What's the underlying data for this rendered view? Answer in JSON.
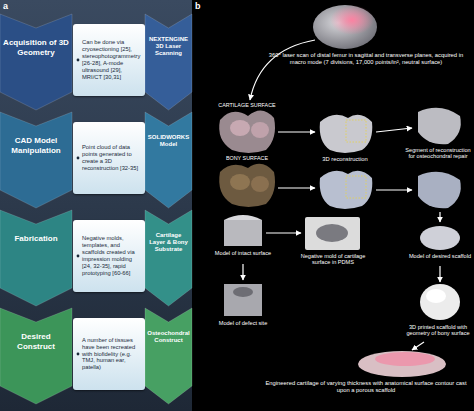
{
  "diagram": {
    "nodes": [
      {
        "text": [
          "Acquisition of 3D Geometry"
        ]
      },
      {
        "text": [
          "Can be done via cryosectioning [25], stereophotogrammetry [26-28], A-mode ultrasound [29], MRI/CT [30,31]"
        ]
      },
      {
        "text": [
          "NEXTENGINE 3D Laser Scanning"
        ]
      },
      {
        "text": [
          "CAD Model Manipulation"
        ]
      },
      {
        "text": [
          "Point cloud of data points generated to create a 3D reconstruction [32-35]"
        ]
      },
      {
        "text": [
          "SOLIDWORKS Model"
        ]
      },
      {
        "text": [
          "Fabrication"
        ]
      },
      {
        "text": [
          "Negative molds, templates, and scaffolds created via impression molding [24, 32-35], rapid prototyping [60-66]"
        ]
      },
      {
        "text": [
          "Cartilage Layer & Bony Substrate"
        ]
      },
      {
        "text": [
          "Desired Construct"
        ]
      },
      {
        "text": [
          "A number of tissues have been recreated with biofidelity (e.g. TMJ, human ear, patella)"
        ]
      },
      {
        "text": [
          "Osteochondral Construct"
        ]
      }
    ],
    "labels": [
      "a",
      "b",
      "360° laser scan of distal femur in sagittal and transverse planes, acquired in macro mode (7 divisions, 17,000 points/in², neutral surface)",
      "CARTILAGE SURFACE",
      "BONY SURFACE",
      "3D reconstruction",
      "Segment of reconstruction for osteochondral repair",
      "Model of intact surface",
      "Negative mold of cartilage surface in PDMS",
      "Model of desired scaffold",
      "Model of defect site",
      "3D printed scaffold with geometry of bony surface",
      "Engineered cartilage of varying thickness with anatomical surface contour cast upon a porous scaffold"
    ]
  }
}
